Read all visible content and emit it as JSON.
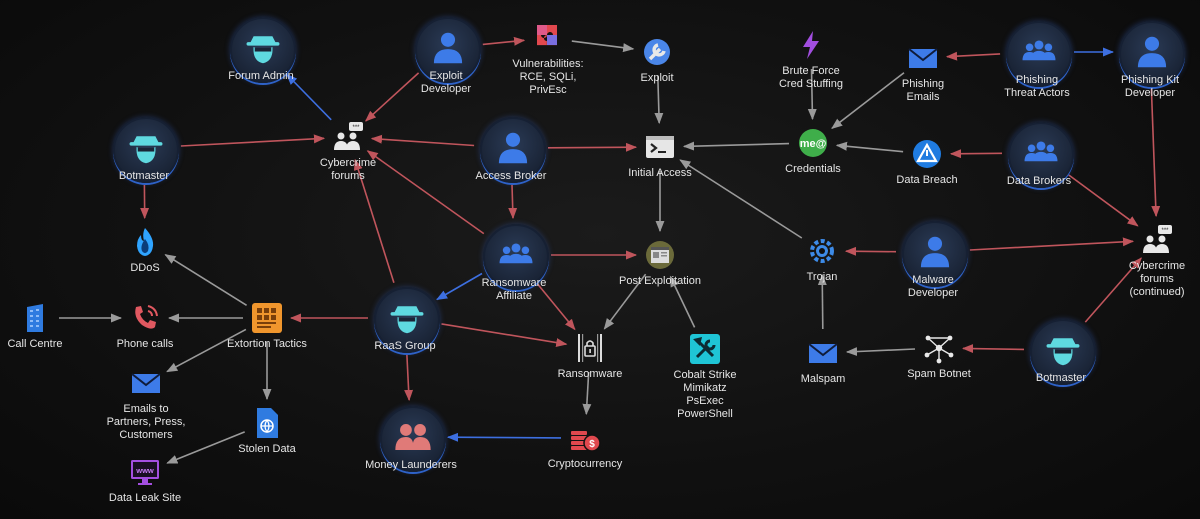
{
  "colors": {
    "arrow_red": "#c0555c",
    "arrow_grey": "#9a9a9a",
    "arrow_blue": "#3d6fe0",
    "ring_blue": "#2e62c8"
  },
  "nodes": {
    "forum_admin": {
      "lines": [
        "Forum Admin"
      ],
      "icon": "hacker-hat-icon",
      "style": "circle"
    },
    "exploit_dev": {
      "lines": [
        "Exploit",
        "Developer"
      ],
      "icon": "person-icon",
      "style": "circle"
    },
    "vulns": {
      "lines": [
        "Vulnerabilities:",
        "RCE, SQLi,",
        "PrivEsc"
      ],
      "icon": "puzzle-icon",
      "style": "icon"
    },
    "exploit": {
      "lines": [
        "Exploit"
      ],
      "icon": "gear-wrench-icon",
      "style": "icon"
    },
    "brute": {
      "lines": [
        "Brute Force",
        "Cred Stuffing"
      ],
      "icon": "lightning-icon",
      "style": "icon"
    },
    "phishing_emails": {
      "lines": [
        "Phishing",
        "Emails"
      ],
      "icon": "envelope-icon",
      "style": "icon"
    },
    "phishing_actors": {
      "lines": [
        "Phishing",
        "Threat Actors"
      ],
      "icon": "group-icon",
      "style": "circle"
    },
    "phishing_kit": {
      "lines": [
        "Phishing Kit",
        "Developer"
      ],
      "icon": "person-icon",
      "style": "circle"
    },
    "botmaster_l": {
      "lines": [
        "Botmaster"
      ],
      "icon": "hacker-hat-icon",
      "style": "circle"
    },
    "cyber_forums": {
      "lines": [
        "Cybercrime",
        "forums"
      ],
      "icon": "forum-icon",
      "style": "icon"
    },
    "access_broker": {
      "lines": [
        "Access Broker"
      ],
      "icon": "person-icon",
      "style": "circle"
    },
    "initial_access": {
      "lines": [
        "Initial Access"
      ],
      "icon": "terminal-icon",
      "style": "icon"
    },
    "credentials": {
      "lines": [
        "Credentials"
      ],
      "icon": "credentials-icon",
      "style": "icon"
    },
    "data_breach": {
      "lines": [
        "Data Breach"
      ],
      "icon": "warning-icon",
      "style": "icon"
    },
    "data_brokers": {
      "lines": [
        "Data Brokers"
      ],
      "icon": "group-icon",
      "style": "circle"
    },
    "ddos": {
      "lines": [
        "DDoS"
      ],
      "icon": "flame-icon",
      "style": "icon"
    },
    "ransomware_aff": {
      "lines": [
        "Ransomware",
        "Affiliate"
      ],
      "icon": "group-icon",
      "style": "circle"
    },
    "post_exploit": {
      "lines": [
        "Post Exploitation"
      ],
      "icon": "browser-icon",
      "style": "icon"
    },
    "trojan": {
      "lines": [
        "Trojan"
      ],
      "icon": "virus-gear-icon",
      "style": "icon"
    },
    "malware_dev": {
      "lines": [
        "Malware",
        "Developer"
      ],
      "icon": "person-icon",
      "style": "circle"
    },
    "cyber_forums_cont": {
      "lines": [
        "Cybercrime",
        "forums",
        "(continued)"
      ],
      "icon": "forum-icon",
      "style": "icon"
    },
    "call_centre": {
      "lines": [
        "Call Centre"
      ],
      "icon": "building-icon",
      "style": "icon"
    },
    "phone_calls": {
      "lines": [
        "Phone calls"
      ],
      "icon": "phone-icon",
      "style": "icon"
    },
    "extortion": {
      "lines": [
        "Extortion Tactics"
      ],
      "icon": "extortion-icon",
      "style": "icon"
    },
    "raas": {
      "lines": [
        "RaaS Group"
      ],
      "icon": "hacker-hat-icon",
      "style": "circle"
    },
    "ransomware": {
      "lines": [
        "Ransomware"
      ],
      "icon": "lock-icon",
      "style": "icon"
    },
    "cobalt": {
      "lines": [
        "Cobalt Strike",
        "Mimikatz",
        "PsExec",
        "PowerShell"
      ],
      "icon": "tools-icon",
      "style": "icon"
    },
    "malspam": {
      "lines": [
        "Malspam"
      ],
      "icon": "envelope-icon",
      "style": "icon"
    },
    "spam_botnet": {
      "lines": [
        "Spam Botnet"
      ],
      "icon": "network-icon",
      "style": "icon"
    },
    "botmaster_r": {
      "lines": [
        "Botmaster"
      ],
      "icon": "hacker-hat-icon",
      "style": "circle"
    },
    "emails_partners": {
      "lines": [
        "Emails to",
        "Partners, Press,",
        "Customers"
      ],
      "icon": "envelope-icon",
      "style": "icon"
    },
    "stolen_data": {
      "lines": [
        "Stolen Data"
      ],
      "icon": "document-globe-icon",
      "style": "icon"
    },
    "money_launderers": {
      "lines": [
        "Money Launderers"
      ],
      "icon": "people-red-icon",
      "style": "circle"
    },
    "crypto": {
      "lines": [
        "Cryptocurrency"
      ],
      "icon": "coins-icon",
      "style": "icon"
    },
    "data_leak": {
      "lines": [
        "Data Leak Site"
      ],
      "icon": "www-monitor-icon",
      "style": "icon"
    }
  },
  "edges": [
    [
      "exploit_dev",
      "vulns",
      "red"
    ],
    [
      "vulns",
      "exploit",
      "grey"
    ],
    [
      "exploit_dev",
      "cyber_forums",
      "red"
    ],
    [
      "cyber_forums",
      "forum_admin",
      "blue"
    ],
    [
      "botmaster_l",
      "cyber_forums",
      "red"
    ],
    [
      "botmaster_l",
      "ddos",
      "red"
    ],
    [
      "access_broker",
      "cyber_forums",
      "red"
    ],
    [
      "access_broker",
      "initial_access",
      "red"
    ],
    [
      "access_broker",
      "ransomware_aff",
      "red"
    ],
    [
      "exploit",
      "initial_access",
      "grey"
    ],
    [
      "initial_access",
      "post_exploit",
      "grey"
    ],
    [
      "credentials",
      "initial_access",
      "grey"
    ],
    [
      "brute",
      "credentials",
      "grey"
    ],
    [
      "phishing_emails",
      "credentials",
      "grey"
    ],
    [
      "data_breach",
      "credentials",
      "grey"
    ],
    [
      "phishing_actors",
      "phishing_emails",
      "red"
    ],
    [
      "phishing_actors",
      "phishing_kit",
      "blue"
    ],
    [
      "data_brokers",
      "data_breach",
      "red"
    ],
    [
      "data_brokers",
      "cyber_forums_cont",
      "red"
    ],
    [
      "phishing_kit",
      "cyber_forums_cont",
      "red"
    ],
    [
      "malware_dev",
      "cyber_forums_cont",
      "red"
    ],
    [
      "malware_dev",
      "trojan",
      "red"
    ],
    [
      "trojan",
      "initial_access",
      "grey"
    ],
    [
      "malspam",
      "trojan",
      "grey"
    ],
    [
      "spam_botnet",
      "malspam",
      "grey"
    ],
    [
      "botmaster_r",
      "spam_botnet",
      "red"
    ],
    [
      "botmaster_r",
      "cyber_forums_cont",
      "red"
    ],
    [
      "ransomware_aff",
      "cyber_forums",
      "red"
    ],
    [
      "ransomware_aff",
      "post_exploit",
      "red"
    ],
    [
      "ransomware_aff",
      "raas",
      "blue"
    ],
    [
      "ransomware_aff",
      "ransomware",
      "red"
    ],
    [
      "raas",
      "cyber_forums",
      "red"
    ],
    [
      "raas",
      "extortion",
      "red"
    ],
    [
      "raas",
      "ransomware",
      "red"
    ],
    [
      "raas",
      "money_launderers",
      "red"
    ],
    [
      "post_exploit",
      "ransomware",
      "grey"
    ],
    [
      "cobalt",
      "post_exploit",
      "grey"
    ],
    [
      "ransomware",
      "crypto",
      "grey"
    ],
    [
      "crypto",
      "money_launderers",
      "blue"
    ],
    [
      "extortion",
      "ddos",
      "grey"
    ],
    [
      "extortion",
      "phone_calls",
      "grey"
    ],
    [
      "extortion",
      "emails_partners",
      "grey"
    ],
    [
      "extortion",
      "stolen_data",
      "grey"
    ],
    [
      "call_centre",
      "phone_calls",
      "grey"
    ],
    [
      "stolen_data",
      "data_leak",
      "grey"
    ]
  ]
}
